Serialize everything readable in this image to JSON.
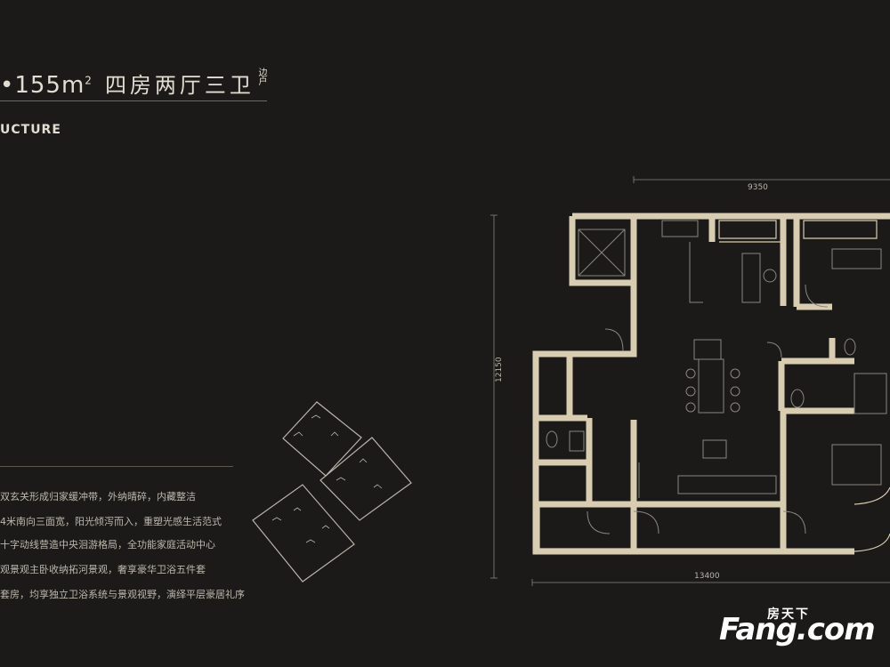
{
  "header": {
    "area": "155m",
    "area_sup": "2",
    "layout": "四房两厅三卫",
    "tag": "边户"
  },
  "section_label": "UCTURE",
  "features": [
    "双玄关形成归家缓冲带，外纳晴碎，内藏整洁",
    "4米南向三面宽，阳光倾泻而入，重塑光感生活范式",
    "十字动线营造中央洄游格局，全功能家庭活动中心",
    "观景观主卧收纳拓河景观，奢享豪华卫浴五件套",
    "套房，均享独立卫浴系统与景观视野，演绎平层豪居礼序"
  ],
  "dimensions": {
    "top": "9350",
    "left": "12150",
    "bottom": "13400"
  },
  "watermark": {
    "brand": "Fang.com",
    "cn": "房天下"
  },
  "colors": {
    "background": "#1b1a18",
    "wall": "#d8cdb0",
    "line": "#8a867d"
  }
}
